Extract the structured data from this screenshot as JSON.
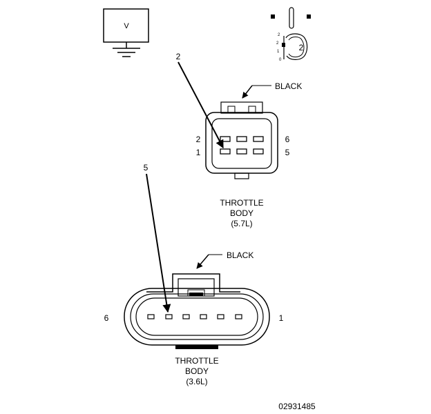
{
  "meter": {
    "symbol": "V"
  },
  "probe_key": {
    "pin_label": "2",
    "scale_labels": [
      "2",
      "2",
      "1",
      "0"
    ]
  },
  "connector_57": {
    "callout_pin": "2",
    "color_label": "BLACK",
    "pin_labels": {
      "top_left": "2",
      "bottom_left": "1",
      "top_right": "6",
      "bottom_right": "5"
    },
    "caption": [
      "THROTTLE",
      "BODY",
      "(5.7L)"
    ]
  },
  "connector_36": {
    "callout_pin": "5",
    "color_label": "BLACK",
    "pin_labels": {
      "left": "6",
      "right": "1"
    },
    "caption": [
      "THROTTLE",
      "BODY",
      "(3.6L)"
    ]
  },
  "figure_id": "02931485"
}
